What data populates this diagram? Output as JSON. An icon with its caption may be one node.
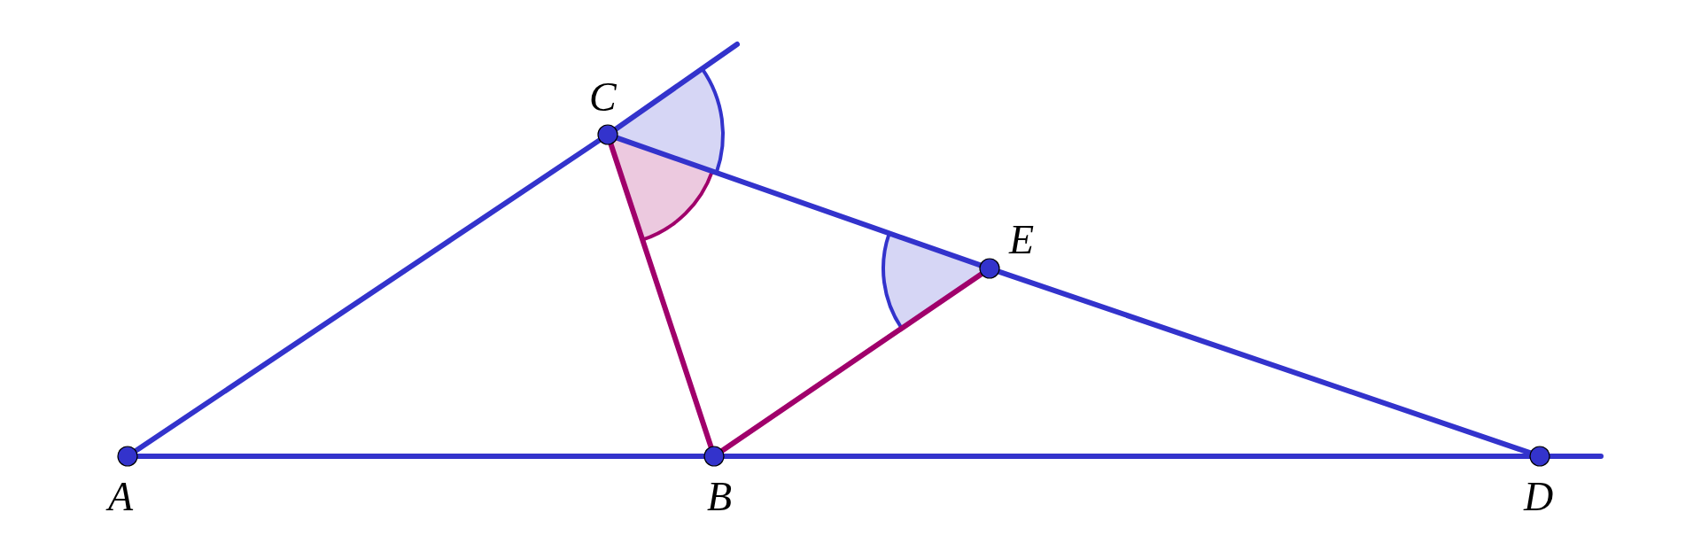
{
  "diagram": {
    "nodes": [
      {
        "text": [
          "C"
        ]
      },
      {
        "text": [
          "E"
        ]
      },
      {
        "text": [
          "A"
        ]
      },
      {
        "text": [
          "B"
        ]
      },
      {
        "text": [
          "D"
        ]
      }
    ],
    "edges": [
      {
        "from": 2,
        "to": 0,
        "arrow": "none"
      },
      {
        "from": 0,
        "to": null,
        "arrow": "none"
      },
      {
        "from": 2,
        "to": 3,
        "arrow": "none"
      },
      {
        "from": 3,
        "to": 4,
        "arrow": "none"
      },
      {
        "from": 4,
        "to": null,
        "arrow": "none"
      },
      {
        "from": 0,
        "to": 1,
        "arrow": "none"
      },
      {
        "from": 1,
        "to": 4,
        "arrow": "none"
      },
      {
        "from": 0,
        "to": 3,
        "arrow": "none",
        "color": "#a0006b"
      },
      {
        "from": 3,
        "to": 1,
        "arrow": "none",
        "color": "#a0006b"
      }
    ]
  }
}
